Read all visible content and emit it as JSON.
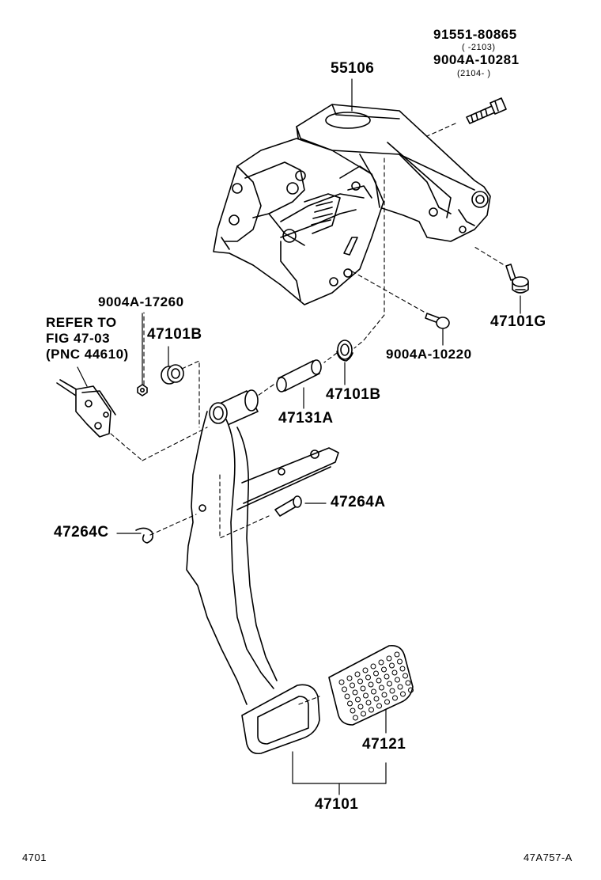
{
  "labels": {
    "p55106": "55106",
    "p91551": "91551-80865",
    "p91551_range": "(       -2103)",
    "p9004a_10281": "9004A-10281",
    "p9004a_10281_range": "(2104-        )",
    "p9004a_17260": "9004A-17260",
    "refer_1": "REFER TO",
    "refer_2": "FIG 47-03",
    "refer_3": "(PNC 44610)",
    "p47101b_left": "47101B",
    "p47101b_right": "47101B",
    "p47101g": "47101G",
    "p9004a_10220": "9004A-10220",
    "p47131a": "47131A",
    "p47264a": "47264A",
    "p47264c": "47264C",
    "p47121": "47121",
    "p47101": "47101"
  },
  "footer": {
    "figure_number": "4701",
    "illustration_code": "47A757-A"
  }
}
